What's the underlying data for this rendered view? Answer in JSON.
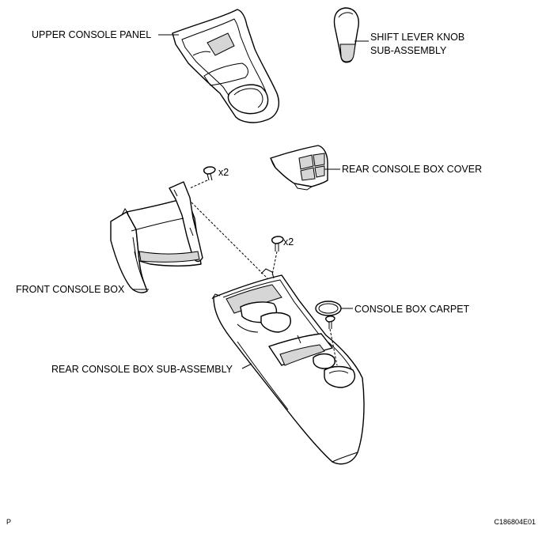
{
  "labels": {
    "upper_console_panel": "UPPER CONSOLE PANEL",
    "shift_knob_line1": "SHIFT LEVER KNOB",
    "shift_knob_line2": "SUB-ASSEMBLY",
    "rear_console_box_cover": "REAR CONSOLE BOX COVER",
    "front_console_box": "FRONT CONSOLE BOX",
    "console_box_carpet": "CONSOLE BOX CARPET",
    "rear_console_box_sub_assembly": "REAR CONSOLE BOX SUB-ASSEMBLY",
    "screw_qty_front": "x2",
    "screw_qty_rear": "x2"
  },
  "footer": {
    "left_code": "P",
    "right_code": "C186804E01"
  }
}
